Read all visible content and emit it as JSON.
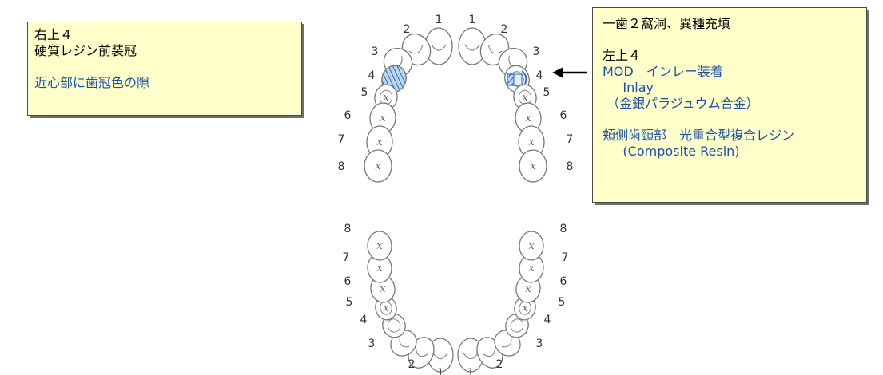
{
  "left_note": {
    "lines": [
      {
        "text": "右上４",
        "style": "black"
      },
      {
        "text": "硬質レジン前装冠",
        "style": "black"
      },
      {
        "text": "",
        "style": "black"
      },
      {
        "text": "近心部に歯冠色の隙",
        "style": "blue"
      }
    ]
  },
  "right_note": {
    "lines": [
      {
        "text": "一歯２窩洞、異種充填",
        "style": "black"
      },
      {
        "text": "",
        "style": "black"
      },
      {
        "text": "左上４",
        "style": "black"
      },
      {
        "text": "MOD　インレー装着",
        "style": "blue"
      },
      {
        "text": "     Inlay",
        "style": "blue"
      },
      {
        "text": " （金銀パラジュウム合金）",
        "style": "blue"
      },
      {
        "text": "",
        "style": "blue"
      },
      {
        "text": "頬側歯頸部　光重合型複合レジン",
        "style": "blue"
      },
      {
        "text": "     (Composite Resin)",
        "style": "blue"
      }
    ]
  },
  "diagram": {
    "upper_left_numbers": [
      "1",
      "2",
      "3",
      "4",
      "5",
      "6",
      "7",
      "8"
    ],
    "upper_right_numbers": [
      "1",
      "2",
      "3",
      "4",
      "5",
      "6",
      "7",
      "8"
    ],
    "lower_left_numbers": [
      "1",
      "2",
      "3",
      "4",
      "5",
      "6",
      "7",
      "8"
    ],
    "lower_right_numbers": [
      "1",
      "2",
      "3",
      "4",
      "5",
      "6",
      "7",
      "8"
    ],
    "molar_mark": "x",
    "colors": {
      "outline": "#777777",
      "hatch": "#2e6db8",
      "restoration_fill": "#bcd4f0",
      "arrow": "#000000"
    }
  }
}
